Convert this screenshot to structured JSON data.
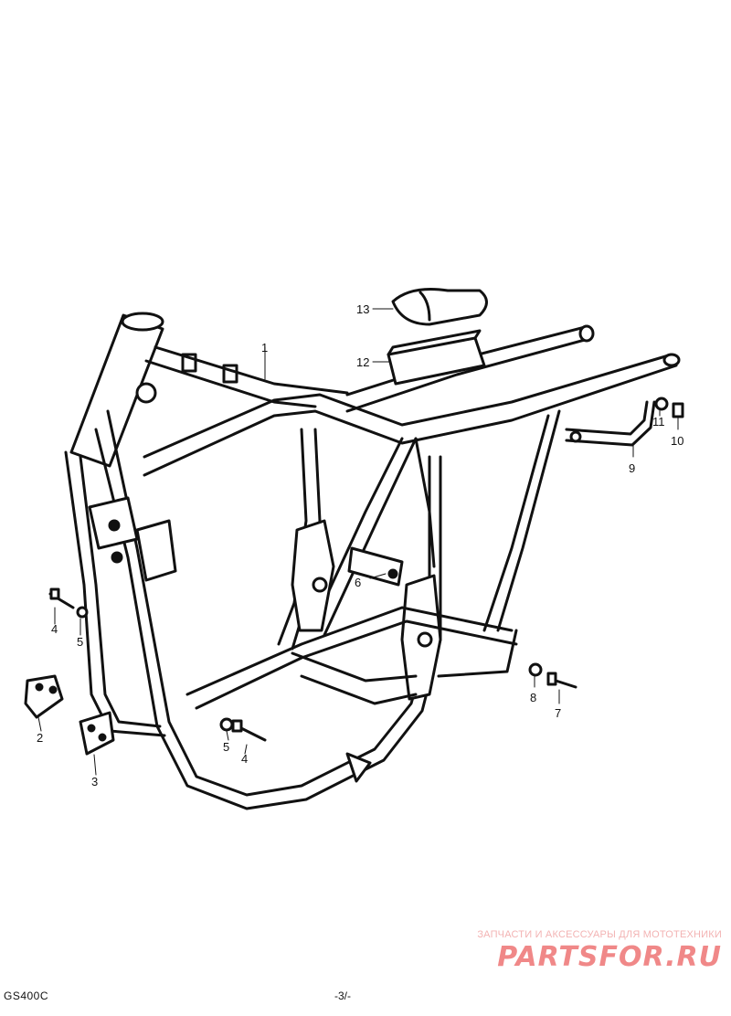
{
  "diagram": {
    "callouts": [
      {
        "id": "c1",
        "label": "1"
      },
      {
        "id": "c2",
        "label": "2"
      },
      {
        "id": "c3",
        "label": "3"
      },
      {
        "id": "c4a",
        "label": "4"
      },
      {
        "id": "c4b",
        "label": "4"
      },
      {
        "id": "c5a",
        "label": "5"
      },
      {
        "id": "c5b",
        "label": "5"
      },
      {
        "id": "c6",
        "label": "6"
      },
      {
        "id": "c7",
        "label": "7"
      },
      {
        "id": "c8",
        "label": "8"
      },
      {
        "id": "c9",
        "label": "9"
      },
      {
        "id": "c10",
        "label": "10"
      },
      {
        "id": "c11",
        "label": "11"
      },
      {
        "id": "c12",
        "label": "12"
      },
      {
        "id": "c13",
        "label": "13"
      }
    ]
  },
  "footer": {
    "model_code": "GS400C",
    "page_number": "-3/-"
  },
  "watermark": {
    "tagline": "ЗАПЧАСТИ И АКСЕССУАРЫ ДЛЯ МОТОТЕХНИКИ",
    "brand": "PARTSFOR.RU"
  },
  "colors": {
    "line": "#111111",
    "watermark": "#f08888"
  }
}
